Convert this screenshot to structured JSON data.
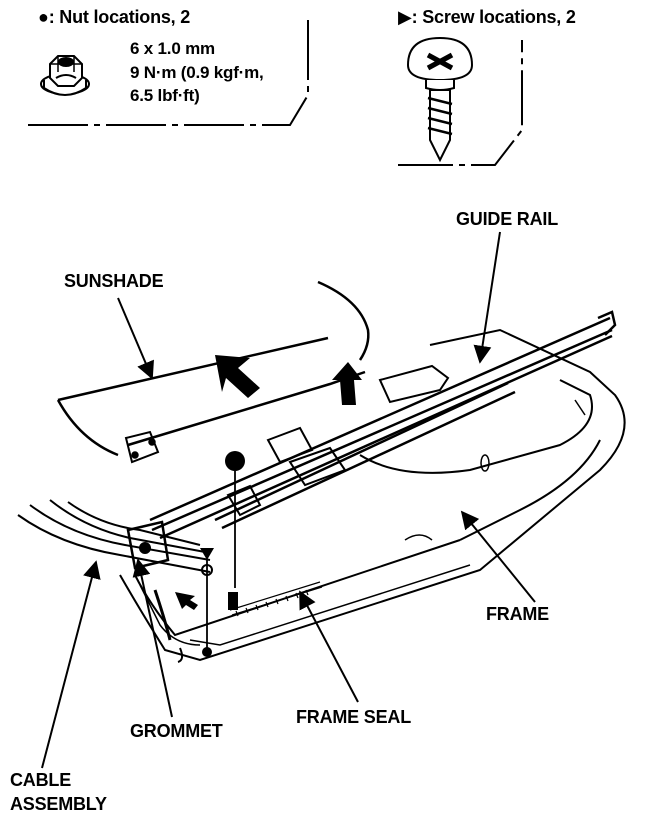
{
  "legend": {
    "nut": {
      "symbol": "●",
      "title": ": Nut locations, 2",
      "size": "6 x 1.0 mm",
      "torque_line1": "9 N·m (0.9 kgf·m,",
      "torque_line2": "6.5 lbf·ft)"
    },
    "screw": {
      "symbol": "▶",
      "title": ": Screw locations, 2"
    }
  },
  "labels": {
    "guide_rail": "GUIDE RAIL",
    "sunshade": "SUNSHADE",
    "frame": "FRAME",
    "frame_seal": "FRAME SEAL",
    "grommet": "GROMMET",
    "cable_assembly_line1": "CABLE",
    "cable_assembly_line2": "ASSEMBLY"
  },
  "colors": {
    "ink": "#000000",
    "paper": "#ffffff"
  },
  "icons": [
    "flange-nut-icon",
    "phillips-screw-icon",
    "bullet-icon",
    "triangle-icon",
    "direction-arrow-icon"
  ]
}
